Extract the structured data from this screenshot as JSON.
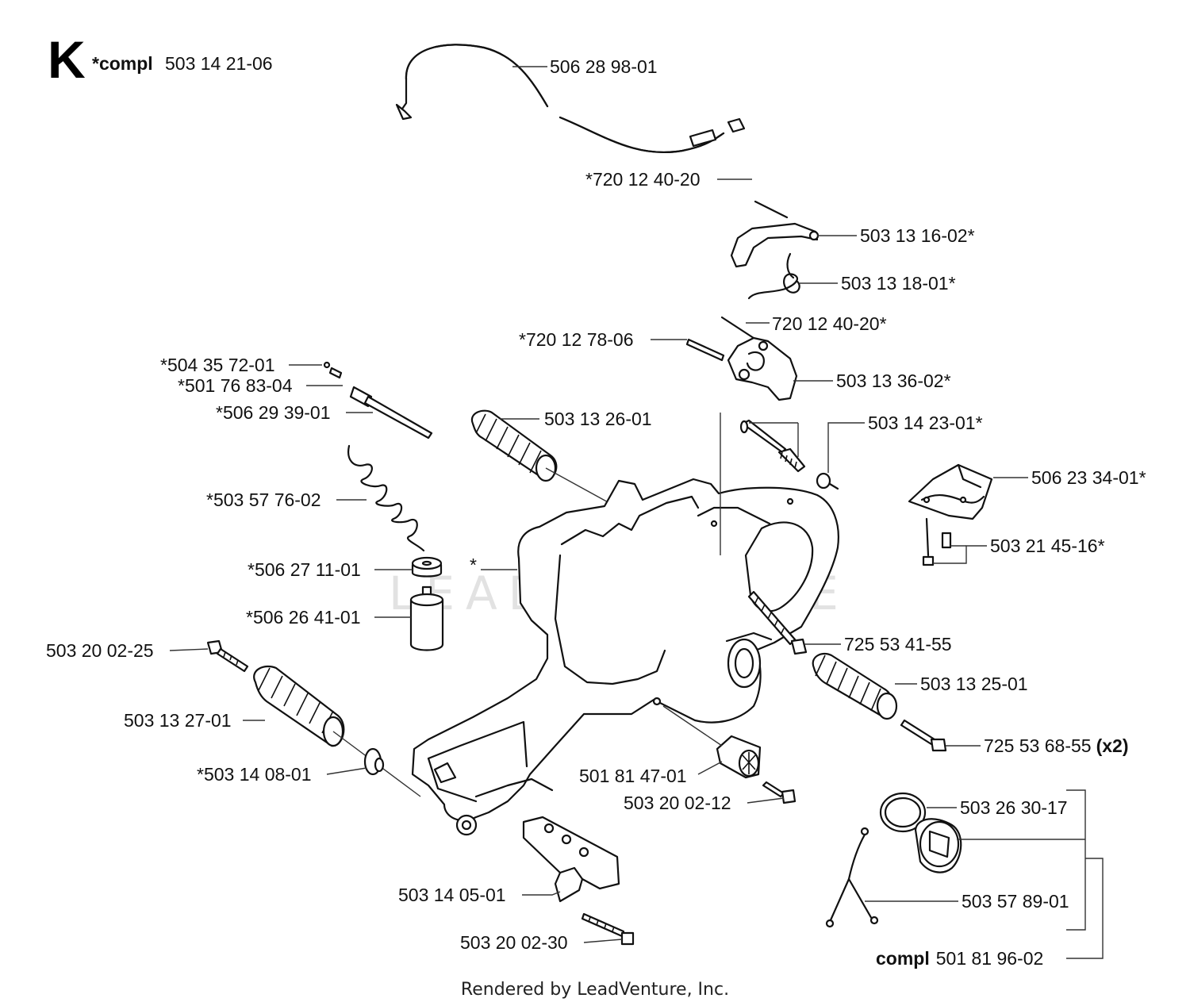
{
  "section": {
    "letter": "K",
    "compl_prefix": "*compl",
    "compl_number": "503 14 21-06"
  },
  "watermark": {
    "text": "LEADVENTURE"
  },
  "callouts": [
    {
      "id": "cable",
      "text": "506 28 98-01"
    },
    {
      "id": "pin-top",
      "text": "*720 12 40-20"
    },
    {
      "id": "lever",
      "text": "503 13 16-02*"
    },
    {
      "id": "spring",
      "text": "503 13 18-01*"
    },
    {
      "id": "pin-mid",
      "text": "720 12 40-20*"
    },
    {
      "id": "pin-long",
      "text": "*720 12 78-06"
    },
    {
      "id": "bracket",
      "text": "503 13 36-02*"
    },
    {
      "id": "nipple",
      "text": "*504 35 72-01"
    },
    {
      "id": "clip",
      "text": "*501 76 83-04"
    },
    {
      "id": "tube-pipe",
      "text": "*506 29 39-01"
    },
    {
      "id": "damper-top",
      "text": "503 13 26-01"
    },
    {
      "id": "screw-set",
      "text": "503 14 23-01*"
    },
    {
      "id": "plate",
      "text": "506 23 34-01*"
    },
    {
      "id": "hose",
      "text": "*503 57 76-02"
    },
    {
      "id": "plate-screws",
      "text": "503 21 45-16*"
    },
    {
      "id": "grommet",
      "text": "*506 27 11-01"
    },
    {
      "id": "tank-asm",
      "text": "*"
    },
    {
      "id": "filter",
      "text": "*506 26 41-01"
    },
    {
      "id": "bolt-right",
      "text": "725 53 41-55"
    },
    {
      "id": "screw-left",
      "text": "503 20 02-25"
    },
    {
      "id": "damper-right",
      "text": "503 13 25-01"
    },
    {
      "id": "damper-left",
      "text": "503 13 27-01"
    },
    {
      "id": "bolt-x2",
      "text": "725 53 68-55",
      "suffix": "(x2)"
    },
    {
      "id": "washer",
      "text": "*503 14 08-01"
    },
    {
      "id": "bushing",
      "text": "501 81 47-01"
    },
    {
      "id": "screw-bushing",
      "text": "503 20 02-12"
    },
    {
      "id": "oring",
      "text": "503 26 30-17"
    },
    {
      "id": "strap",
      "text": "503 57 89-01"
    },
    {
      "id": "cap-compl",
      "prefix": "compl",
      "text": "501 81 96-02"
    },
    {
      "id": "limiter",
      "text": "503 14 05-01"
    },
    {
      "id": "screw-limiter",
      "text": "503 20 02-30"
    }
  ],
  "footer": {
    "credit": "Rendered by LeadVenture, Inc."
  }
}
